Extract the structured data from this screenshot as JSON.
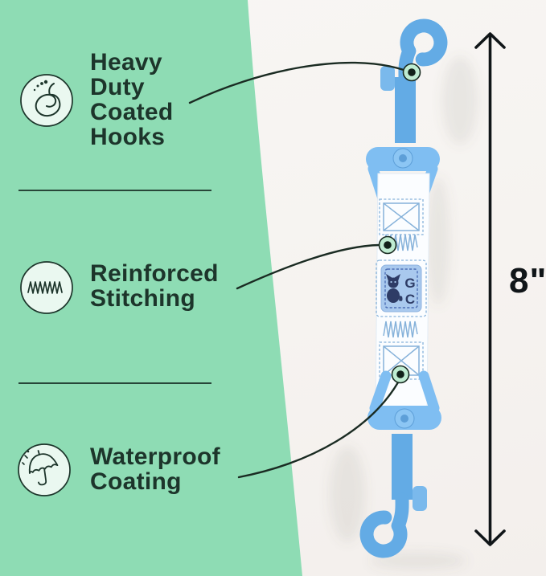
{
  "panel": {
    "features": [
      {
        "icon": "snap-hook-icon",
        "lines": [
          "Heavy",
          "Duty",
          "Coated",
          "Hooks"
        ]
      },
      {
        "icon": "stitching-icon",
        "lines": [
          "Reinforced",
          "Stitching"
        ]
      },
      {
        "icon": "umbrella-icon",
        "lines": [
          "Waterproof",
          "Coating"
        ]
      }
    ]
  },
  "measurement": {
    "label": "8\""
  },
  "product": {
    "patch_monogram": [
      "G",
      "C"
    ]
  },
  "colors": {
    "panel_green": "#8edcb4",
    "ink_green": "#1d352b",
    "icon_fill": "#eaf8f0",
    "background": "#f7f5f2",
    "hook_blue": "#63abe5",
    "hook_light": "#7fbef2",
    "hook_boss": "#8cc6f4",
    "hook_deep": "#5d9fd8",
    "gate_blue": "#7ab9ec",
    "strap_white": "#fbfdff",
    "stitch_blue": "#86b2da",
    "patch_blue": "#a9c9ee",
    "patch_border": "#4d6fb5",
    "logo_navy": "#2e3c66",
    "callout_ink": "#1a2b22",
    "arrow_ink": "#101518",
    "dot_ring": "#bfecd2",
    "dot_core": "#12211a"
  }
}
